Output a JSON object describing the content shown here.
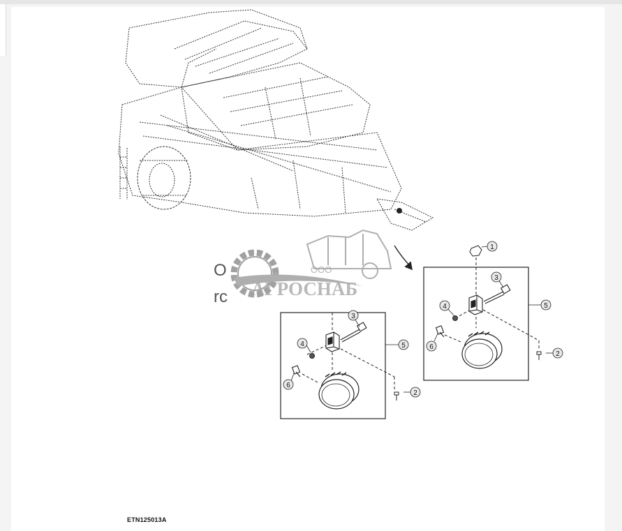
{
  "figure": {
    "id": "ETN125013A"
  },
  "watermark": {
    "prefix": "ООО",
    "brand": "АГРОСНАБ"
  },
  "background_fragment": {
    "line1": "O",
    "line2": "rc"
  },
  "callouts_left": [
    "2",
    "3",
    "4",
    "5",
    "6"
  ],
  "callouts_right": [
    "1",
    "2",
    "3",
    "4",
    "5",
    "6"
  ],
  "colors": {
    "line": "#222222",
    "callout_fill": "#e9e9e9",
    "watermark": "#8a8a8a"
  }
}
